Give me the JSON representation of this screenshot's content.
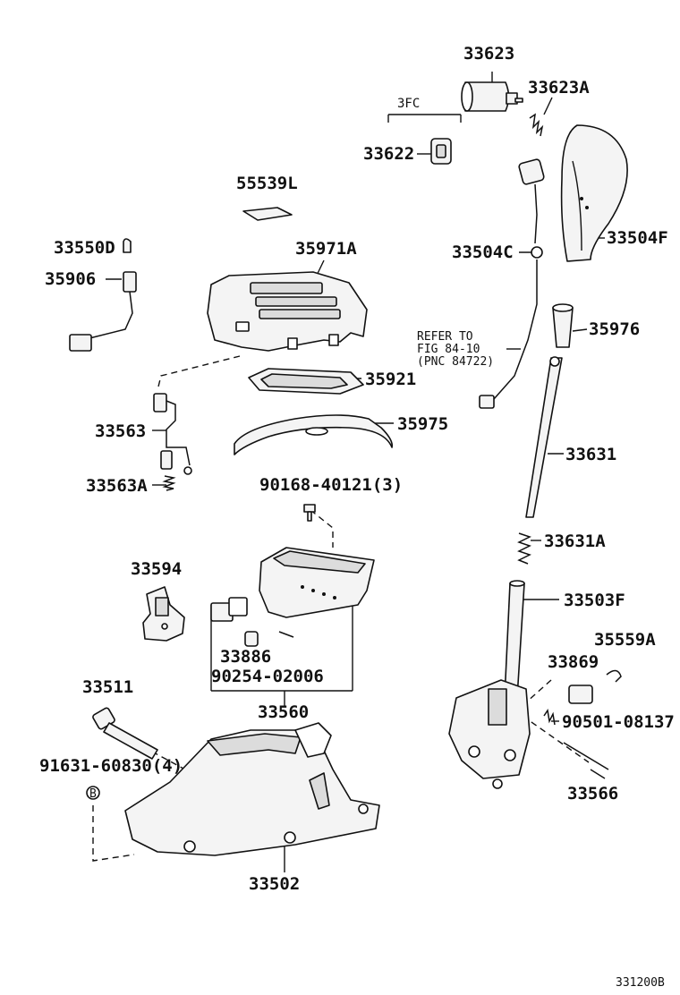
{
  "labels": {
    "p33623": "33623",
    "p33623A": "33623A",
    "p3FC": "3FC",
    "p33622": "33622",
    "p55539L": "55539L",
    "p33550D": "33550D",
    "p35906": "35906",
    "p35971A": "35971A",
    "p33504C": "33504C",
    "p33504F": "33504F",
    "refer_line1": "REFER TO",
    "refer_line2": "FIG 84-10",
    "refer_line3": "(PNC 84722)",
    "p35976": "35976",
    "p35921": "35921",
    "p33563": "33563",
    "p35975": "35975",
    "p33631": "33631",
    "p33563A": "33563A",
    "p90168": "90168-40121(3)",
    "p33631A": "33631A",
    "p33594": "33594",
    "p33503F": "33503F",
    "p35559A": "35559A",
    "p33886": "33886",
    "p33869": "33869",
    "p90254": "90254-02006",
    "p33511": "33511",
    "p33560": "33560",
    "p90501": "90501-08137",
    "p91631": "91631-60830(4)",
    "p33566": "33566",
    "p33502": "33502",
    "bolt_marker": "B",
    "diagram_code": "331200B"
  }
}
